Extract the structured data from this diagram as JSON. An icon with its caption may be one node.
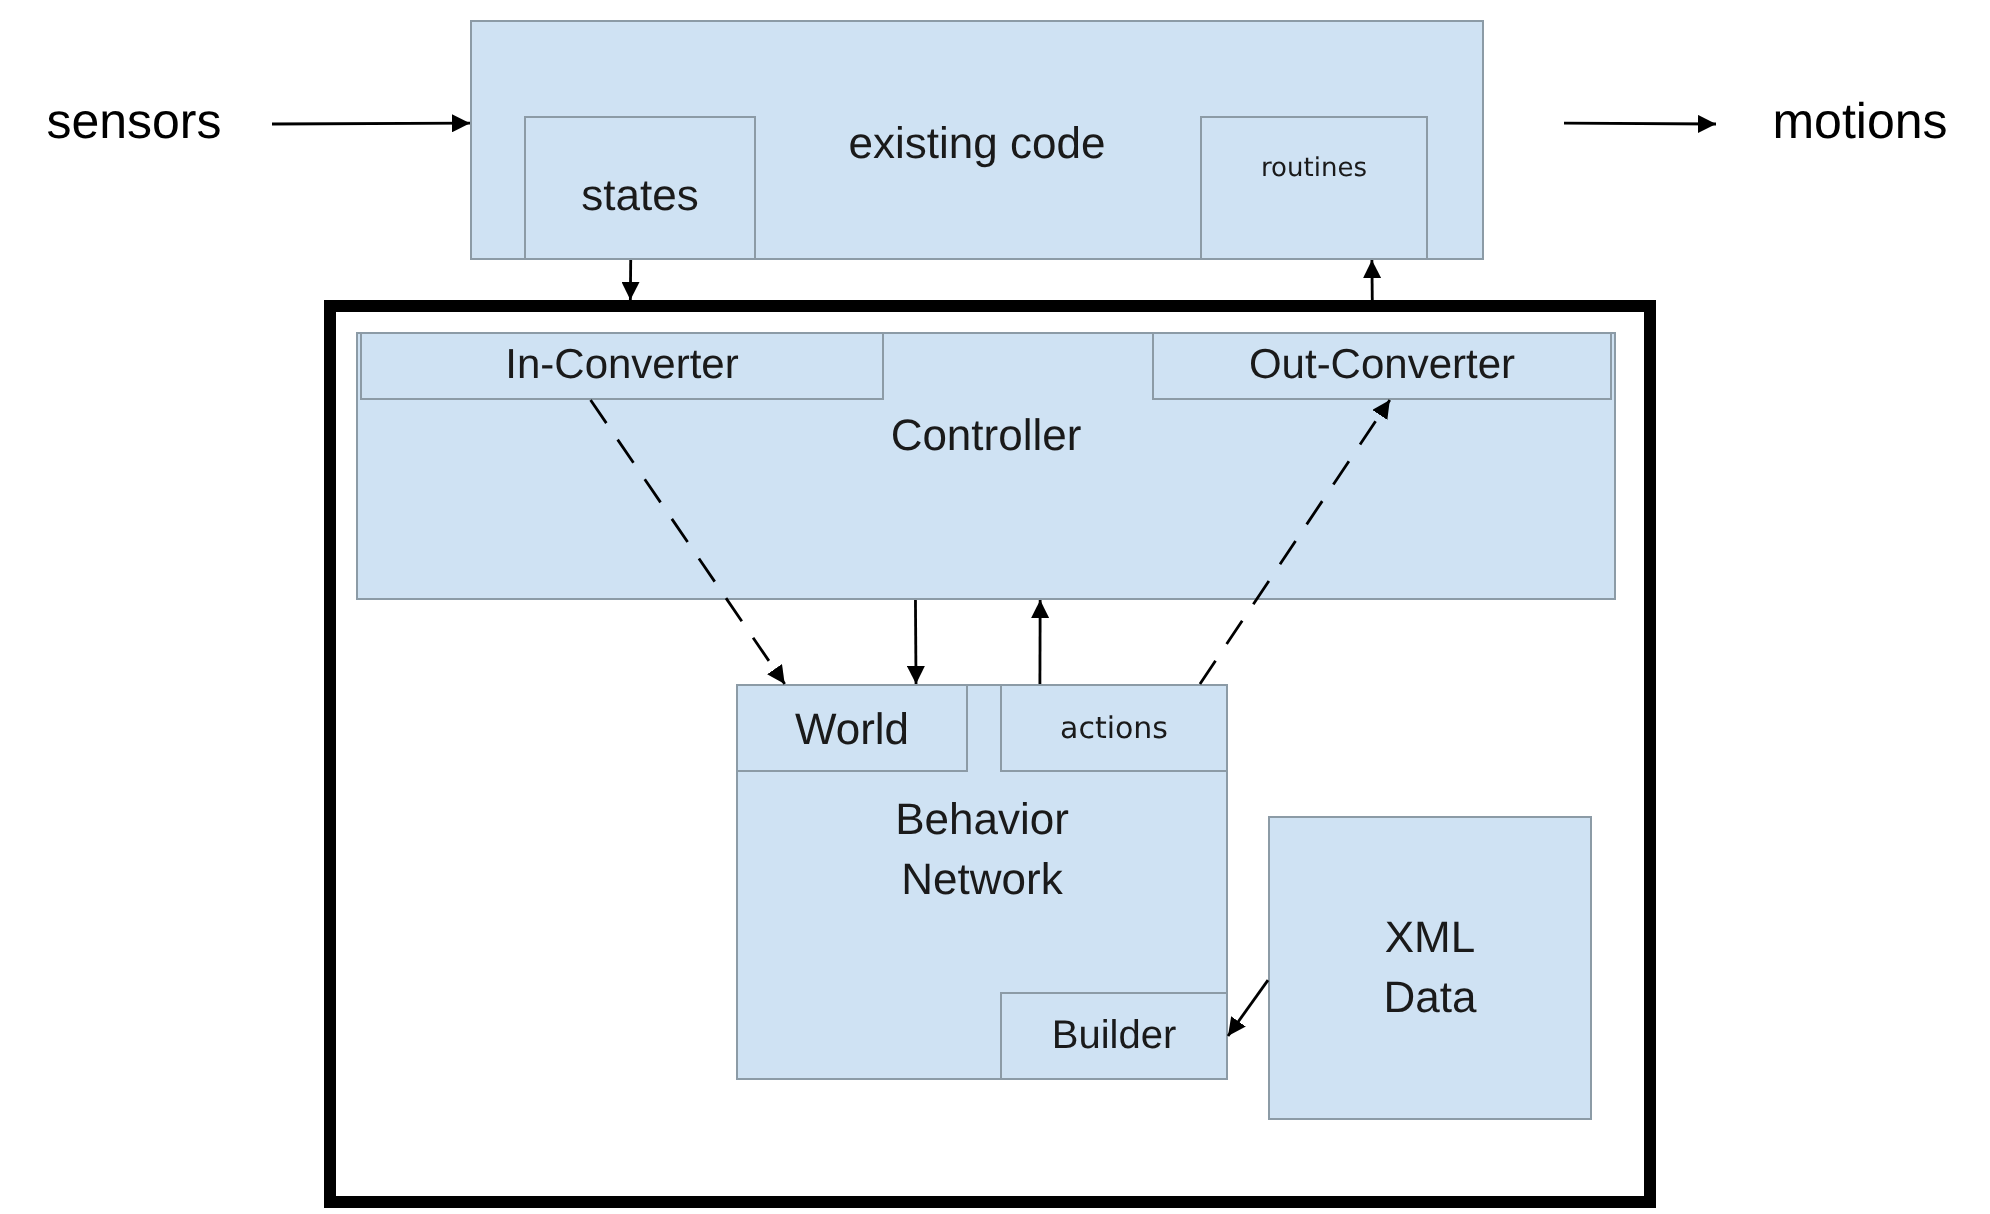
{
  "diagram": {
    "nodes": [
      {
        "text": [
          "sensors"
        ]
      },
      {
        "text": [
          "existing code"
        ]
      },
      {
        "text": [
          "states"
        ],
        "in": 1
      },
      {
        "text": [
          "routines"
        ],
        "in": 1
      },
      {
        "text": [
          "motions"
        ]
      },
      {
        "text": [],
        "shape": "box"
      },
      {
        "text": [
          "Controller"
        ],
        "in": 5
      },
      {
        "text": [
          "In-Converter"
        ],
        "in": 6
      },
      {
        "text": [
          "Out-Converter"
        ],
        "in": 6
      },
      {
        "text": [
          "Behavior Network"
        ],
        "in": 5
      },
      {
        "text": [
          "World"
        ],
        "in": 9
      },
      {
        "text": [
          "actions"
        ],
        "in": 9
      },
      {
        "text": [
          "Builder"
        ],
        "in": 9
      },
      {
        "text": [
          "XML Data"
        ],
        "in": 5
      }
    ],
    "edges": [
      {
        "from": 0,
        "to": 1,
        "arrow": "to"
      },
      {
        "from": 1,
        "to": 4,
        "arrow": "to"
      },
      {
        "from": 2,
        "to": 5,
        "arrow": "to"
      },
      {
        "from": 5,
        "to": 3,
        "arrow": "to"
      },
      {
        "from": 7,
        "to": 10,
        "arrow": "to",
        "style": "dashed"
      },
      {
        "from": 6,
        "to": 10,
        "arrow": "to"
      },
      {
        "from": 11,
        "to": 6,
        "arrow": "to"
      },
      {
        "from": 11,
        "to": 8,
        "arrow": "to",
        "style": "dashed"
      },
      {
        "from": 13,
        "to": 12,
        "arrow": "to"
      }
    ]
  }
}
